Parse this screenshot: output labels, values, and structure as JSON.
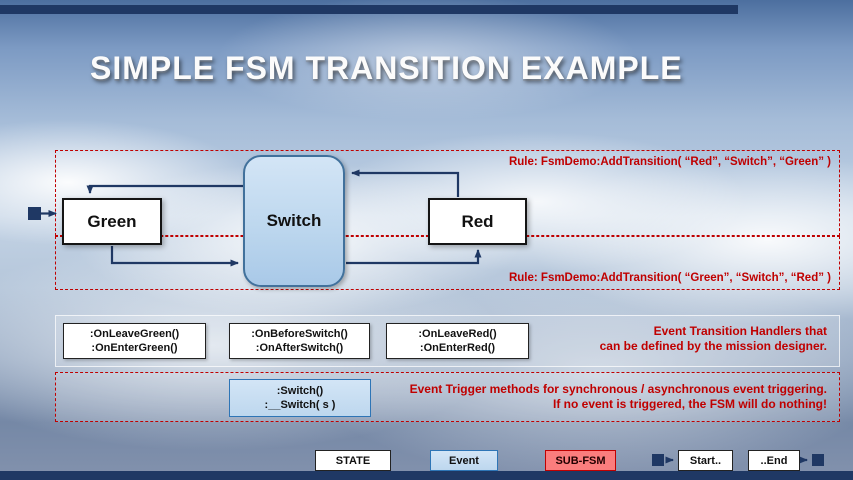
{
  "title": "SIMPLE FSM TRANSITION EXAMPLE",
  "rules": {
    "top": "Rule: FsmDemo:AddTransition( “Red”, “Switch”, “Green” )",
    "bottom": "Rule: FsmDemo:AddTransition( “Green”, “Switch”, “Red” )"
  },
  "states": {
    "green": "Green",
    "switch": "Switch",
    "red": "Red"
  },
  "handlers": {
    "green": [
      ":OnLeaveGreen()",
      ":OnEnterGreen()"
    ],
    "switch": [
      ":OnBeforeSwitch()",
      ":OnAfterSwitch()"
    ],
    "red": [
      ":OnLeaveRed()",
      ":OnEnterRed()"
    ],
    "note": [
      "Event Transition Handlers that",
      "can be defined by the mission designer."
    ]
  },
  "triggers": {
    "methods": [
      ":Switch()",
      ":__Switch( s )"
    ],
    "note": [
      "Event Trigger methods for synchronous / asynchronous event triggering.",
      "If no event is triggered, the FSM will do nothing!"
    ]
  },
  "legend": {
    "state": "STATE",
    "event": "Event",
    "subfsm": "SUB-FSM",
    "start": "Start..",
    "end": "..End"
  },
  "colors": {
    "navy": "#1F3864",
    "rule_red": "#C00000",
    "event_fill": "#BDD7EE",
    "event_border": "#2E75B6",
    "subfsm_fill": "#FB7D7D",
    "state_fill": "#FFFFFF"
  }
}
